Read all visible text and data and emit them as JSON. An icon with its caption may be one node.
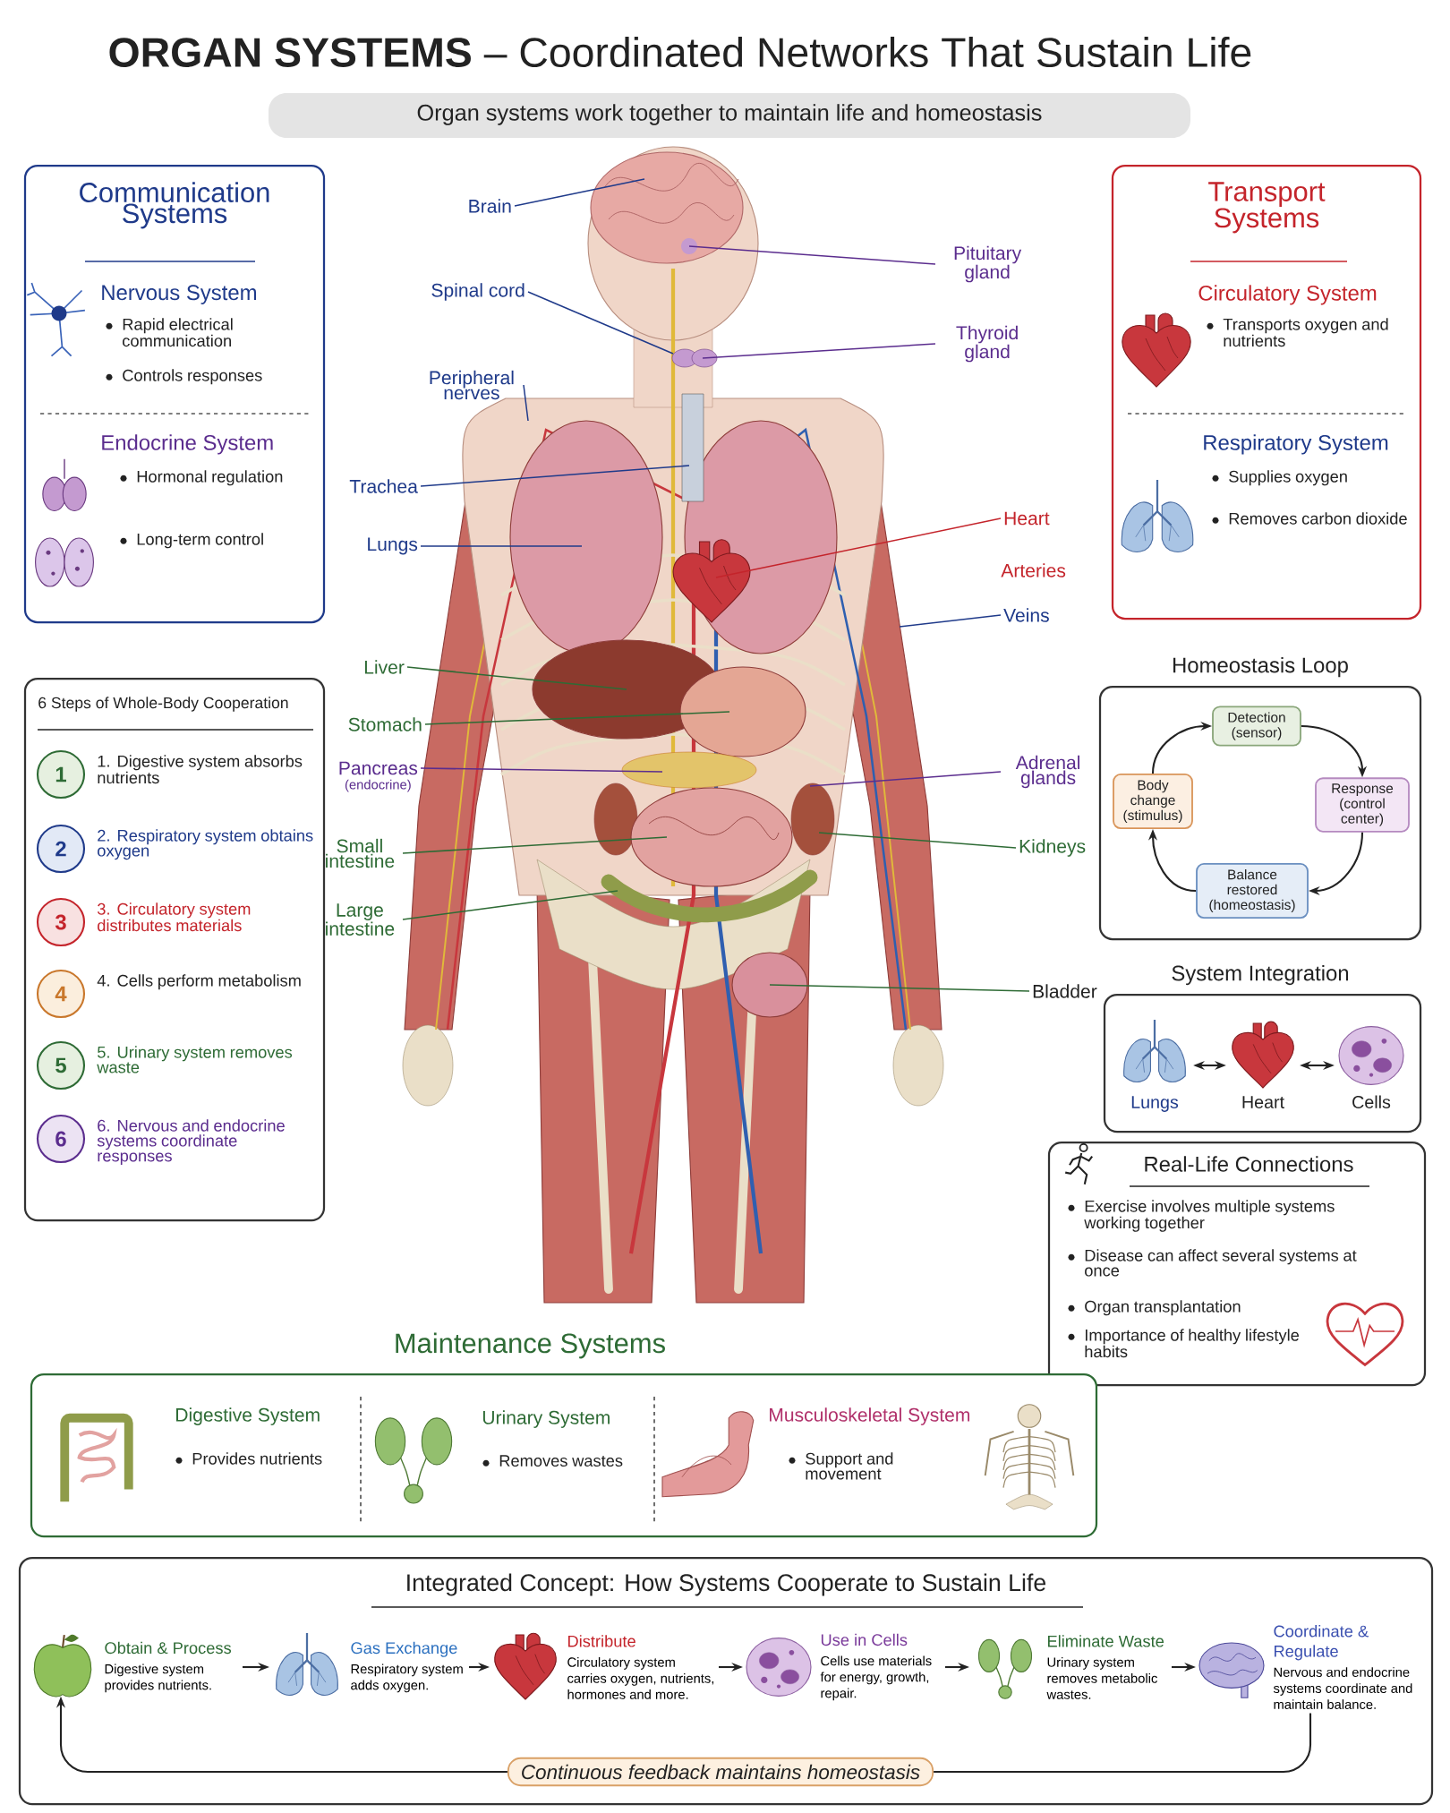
{
  "diagram": {
    "title": "**ORGAN SYSTEMS** – Coordinated Networks That Sustain Life",
    "nodes": [
      {
        "text": [
          "Communication Systems",
          "Nervous System",
          "Rapid electrical communication",
          "Controls responses",
          "Endocrine System",
          "Hormonal regulation",
          "Long-term control"
        ]
      },
      {
        "text": [
          "Transport Systems",
          "Circulatory System",
          "Transports oxygen and nutrients",
          "Respiratory System",
          "Supplies oxygen",
          "Removes carbon dioxide"
        ]
      },
      {
        "text": [
          "6 Steps of Whole-Body Cooperation"
        ]
      },
      {
        "text": [
          "1"
        ],
        "beside": [
          "1. Digestive system absorbs nutrients"
        ],
        "in": 2
      },
      {
        "text": [
          "2"
        ],
        "beside": [
          "2. Respiratory system obtains oxygen"
        ],
        "in": 2
      },
      {
        "text": [
          "3"
        ],
        "beside": [
          "3. Circulatory system distributes materials"
        ],
        "in": 2
      },
      {
        "text": [
          "4"
        ],
        "beside": [
          "4. Cells perform metabolism"
        ],
        "in": 2
      },
      {
        "text": [
          "5"
        ],
        "beside": [
          "5. Urinary system removes waste"
        ],
        "in": 2
      },
      {
        "text": [
          "6"
        ],
        "beside": [
          "6. Nervous and endocrine systems coordinate responses"
        ],
        "in": 2
      },
      {
        "text": [
          "Homeostasis Loop"
        ]
      },
      {
        "text": [
          "Detection (sensor)"
        ],
        "in": 9
      },
      {
        "text": [
          "Body change (stimulus)"
        ],
        "in": 9
      },
      {
        "text": [
          "Response (control center)"
        ],
        "in": 9
      },
      {
        "text": [
          "Balance restored (homeostasis)"
        ],
        "in": 9
      },
      {
        "text": [
          "System Integration"
        ]
      },
      {
        "text": [
          "Lungs"
        ],
        "in": 14
      },
      {
        "text": [
          "Heart"
        ],
        "in": 14
      },
      {
        "text": [
          "Cells"
        ],
        "in": 14
      },
      {
        "text": [
          "Real-Life Connections",
          "Exercise involves multiple systems working together",
          "Disease can affect several systems at once",
          "Organ transplantation",
          "Importance of healthy lifestyle habits"
        ]
      },
      {
        "text": [
          "Maintenance Systems",
          "Digestive System",
          "Provides nutrients",
          "Urinary System",
          "Removes wastes",
          "Musculoskeletal System",
          "Support and movement"
        ]
      },
      {
        "text": [
          "Integrated Concept: How Systems Cooperate to Sustain Life"
        ]
      },
      {
        "text": [
          "Obtain & Process",
          "Digestive system provides nutrients."
        ],
        "in": 20
      },
      {
        "text": [
          "Gas Exchange",
          "Respiratory system adds oxygen."
        ],
        "in": 20
      },
      {
        "text": [
          "Distribute",
          "Circulatory system carries oxygen, nutrients, hormones and more."
        ],
        "in": 20
      },
      {
        "text": [
          "Use in Cells",
          "Cells use materials for energy, growth, repair."
        ],
        "in": 20
      },
      {
        "text": [
          "Eliminate Waste",
          "Urinary system removes metabolic wastes."
        ],
        "in": 20
      },
      {
        "text": [
          "Coordinate & Regulate",
          "Nervous and endocrine systems coordinate and maintain balance."
        ],
        "in": 20
      },
      {
        "text": [
          "Continuous feedback maintains homeostasis"
        ],
        "in": 20
      },
      {
        "text": [
          "Brain"
        ]
      },
      {
        "text": [
          "Spinal cord"
        ]
      },
      {
        "text": [
          "Peripheral nerves"
        ]
      },
      {
        "text": [
          "Trachea"
        ]
      },
      {
        "text": [
          "Lungs"
        ]
      },
      {
        "text": [
          "Liver"
        ]
      },
      {
        "text": [
          "Stomach"
        ]
      },
      {
        "text": [
          "Pancreas"
        ],
        "beside": [
          "(endocrine)"
        ]
      },
      {
        "text": [
          "Small intestine"
        ]
      },
      {
        "text": [
          "Large intestine"
        ]
      },
      {
        "text": [
          "Pituitary gland"
        ]
      },
      {
        "text": [
          "Thyroid gland"
        ]
      },
      {
        "text": [
          "Heart"
        ]
      },
      {
        "text": [
          "Veins"
        ]
      },
      {
        "text": [
          "Adrenal glands"
        ]
      },
      {
        "text": [
          "Kidneys"
        ]
      },
      {
        "text": [
          "Bladder"
        ]
      }
    ],
    "edges": [
      {
        "from": 11,
        "to": 10,
        "arrow": "to"
      },
      {
        "from": 10,
        "to": 12,
        "arrow": "to"
      },
      {
        "from": 12,
        "to": 13,
        "arrow": "to"
      },
      {
        "from": 13,
        "to": 11,
        "arrow": "to"
      },
      {
        "from": 15,
        "to": 16,
        "arrow": "both"
      },
      {
        "from": 16,
        "to": 17,
        "arrow": "both"
      },
      {
        "from": 21,
        "to": 22,
        "arrow": "to"
      },
      {
        "from": 22,
        "to": 23,
        "arrow": "to"
      },
      {
        "from": 23,
        "to": 24,
        "arrow": "to"
      },
      {
        "from": 24,
        "to": 25,
        "arrow": "to"
      },
      {
        "from": 25,
        "to": 26,
        "arrow": "to"
      },
      {
        "from": 26,
        "to": 27,
        "arrow": "none"
      },
      {
        "from": 27,
        "to": 21,
        "arrow": "to"
      },
      {
        "from": 28,
        "to": null,
        "arrow": "none",
        "color": "#1f3a8a"
      },
      {
        "from": 29,
        "to": null,
        "arrow": "none",
        "color": "#1f3a8a"
      },
      {
        "from": 30,
        "to": null,
        "arrow": "none",
        "color": "#1f3a8a"
      },
      {
        "from": 31,
        "to": null,
        "arrow": "none",
        "color": "#1f3a8a"
      },
      {
        "from": 32,
        "to": null,
        "arrow": "none",
        "color": "#1f3a8a"
      },
      {
        "from": 33,
        "to": null,
        "arrow": "none",
        "color": "#2e6b35"
      },
      {
        "from": 34,
        "to": null,
        "arrow": "none",
        "color": "#2e6b35"
      },
      {
        "from": 35,
        "to": null,
        "arrow": "none",
        "color": "#5b2d8e"
      },
      {
        "from": 36,
        "to": null,
        "arrow": "none",
        "color": "#2e6b35"
      },
      {
        "from": 37,
        "to": null,
        "arrow": "none",
        "color": "#2e6b35"
      },
      {
        "from": 38,
        "to": null,
        "arrow": "none",
        "color": "#5b2d8e"
      },
      {
        "from": 39,
        "to": null,
        "arrow": "none",
        "color": "#5b2d8e"
      },
      {
        "from": 40,
        "to": null,
        "arrow": "none",
        "color": "#c4242b"
      },
      {
        "from": 41,
        "to": null,
        "arrow": "none",
        "color": "#1f3a8a"
      },
      {
        "from": 42,
        "to": null,
        "arrow": "none",
        "color": "#5b2d8e"
      },
      {
        "from": 43,
        "to": null,
        "arrow": "none",
        "color": "#2e6b35"
      },
      {
        "from": 44,
        "to": null,
        "arrow": "none",
        "color": "#2e6b35"
      }
    ],
    "labels": [
      "Organ systems work together to maintain life and homeostasis",
      "Arteries"
    ]
  }
}
